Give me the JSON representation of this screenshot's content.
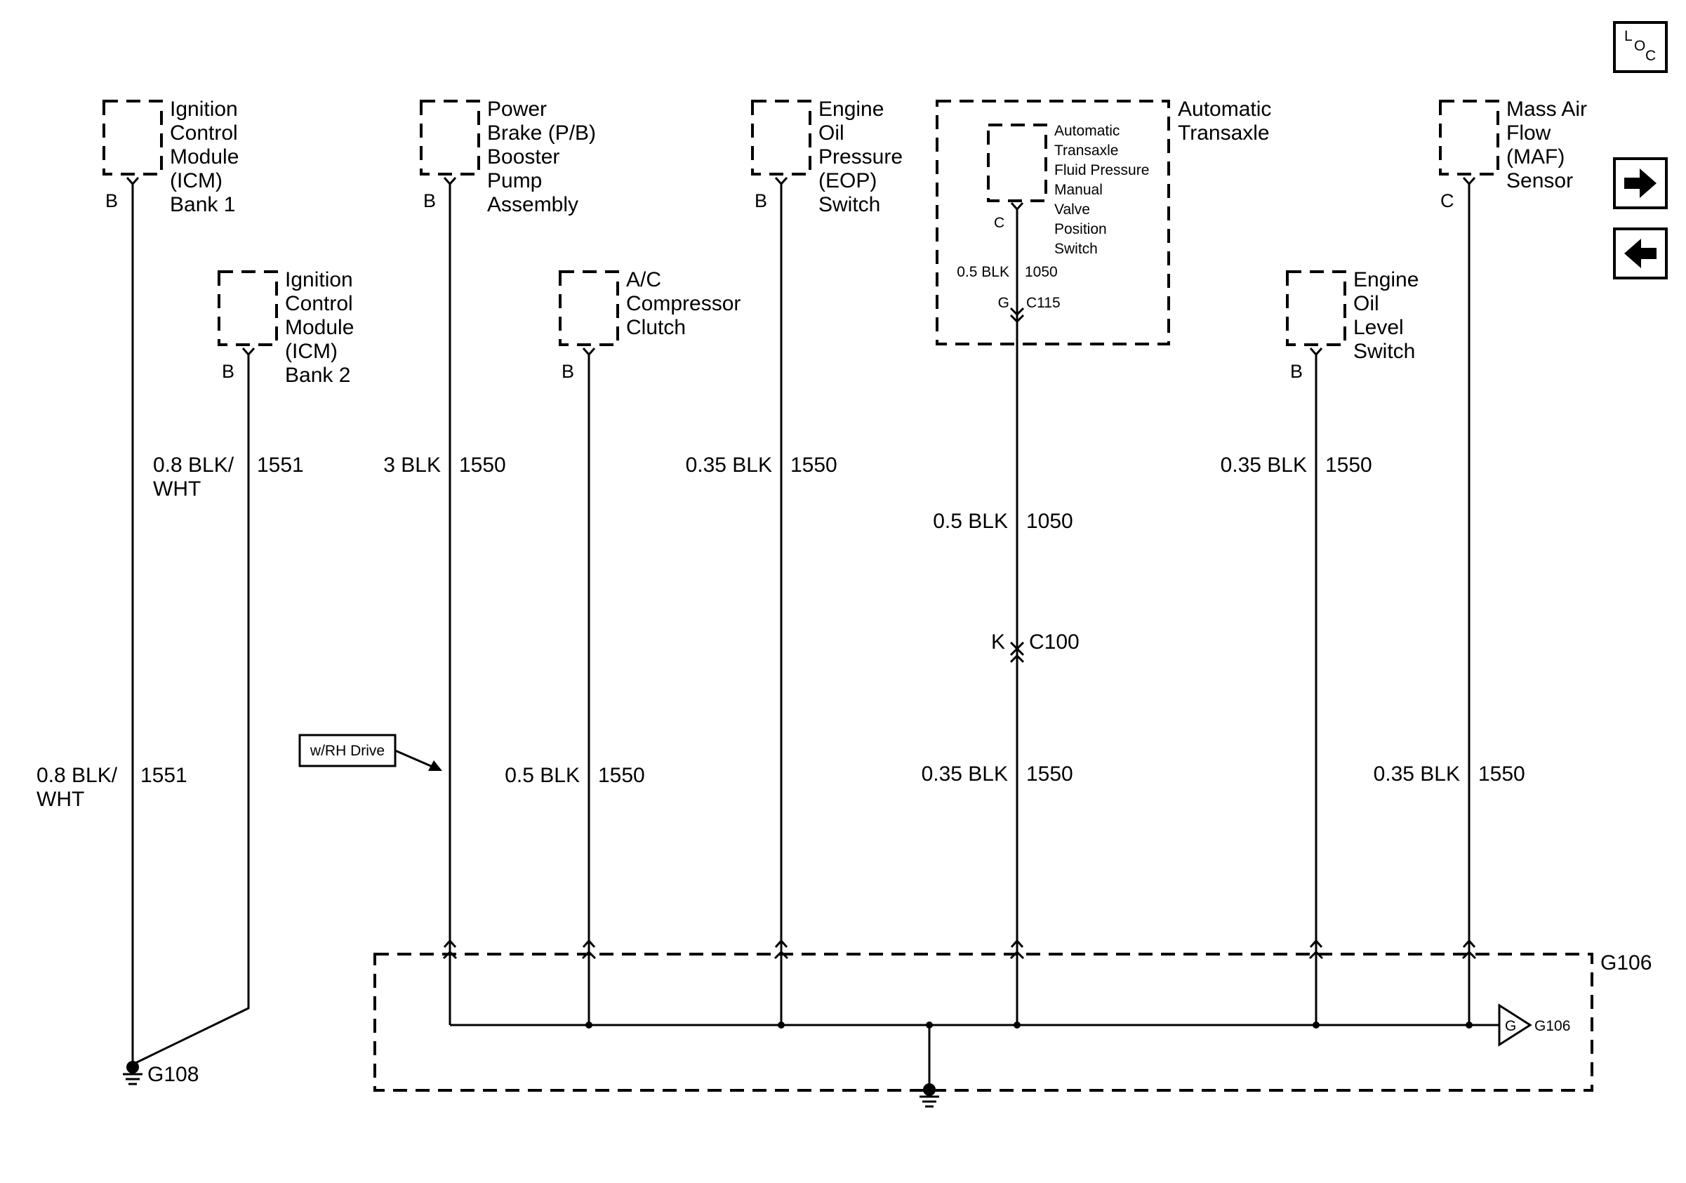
{
  "nav": {
    "loc_l": "L",
    "loc_o": "O",
    "loc_c": "C",
    "next_icon": "arrow-right-icon",
    "prev_icon": "arrow-left-icon"
  },
  "components": {
    "icm1": {
      "lines": [
        "Ignition",
        "Control",
        "Module",
        "(ICM)",
        "Bank 1"
      ],
      "pin": "B"
    },
    "icm2": {
      "lines": [
        "Ignition",
        "Control",
        "Module",
        "(ICM)",
        "Bank 2"
      ],
      "pin": "B"
    },
    "pbb": {
      "lines": [
        "Power",
        "Brake (P/B)",
        "Booster",
        "Pump",
        "Assembly"
      ],
      "pin": "B"
    },
    "ac": {
      "lines": [
        "A/C",
        "Compressor",
        "Clutch"
      ],
      "pin": "B"
    },
    "eop": {
      "lines": [
        "Engine",
        "Oil",
        "Pressure",
        "(EOP)",
        "Switch"
      ],
      "pin": "B"
    },
    "at": {
      "lines": [
        "Automatic",
        "Transaxle"
      ],
      "inner_lines": [
        "Automatic",
        "Transaxle",
        "Fluid Pressure",
        "Manual",
        "Valve",
        "Position",
        "Switch"
      ],
      "pin": "C",
      "inner_wire_size": "0.5 BLK",
      "inner_wire_circuit": "1050",
      "conn_pin": "G",
      "conn_name": "C115"
    },
    "eol": {
      "lines": [
        "Engine",
        "Oil",
        "Level",
        "Switch"
      ],
      "pin": "B"
    },
    "maf": {
      "lines": [
        "Mass Air",
        "Flow",
        "(MAF)",
        "Sensor"
      ],
      "pin": "C"
    }
  },
  "wires": {
    "icm2_upper": {
      "size_l1": "0.8 BLK/",
      "size_l2": "WHT",
      "circuit": "1551"
    },
    "icm1_lower": {
      "size_l1": "0.8 BLK/",
      "size_l2": "WHT",
      "circuit": "1551"
    },
    "pbb": {
      "size": "3 BLK",
      "circuit": "1550"
    },
    "eop_upper": {
      "size": "0.35 BLK",
      "circuit": "1550"
    },
    "eol": {
      "size": "0.35 BLK",
      "circuit": "1550"
    },
    "at_mid": {
      "size": "0.5 BLK",
      "circuit": "1050"
    },
    "ac": {
      "size": "0.5 BLK",
      "circuit": "1550"
    },
    "at_lower": {
      "size": "0.35 BLK",
      "circuit": "1550"
    },
    "maf": {
      "size": "0.35 BLK",
      "circuit": "1550"
    }
  },
  "connectors": {
    "c100": {
      "pin": "K",
      "name": "C100"
    }
  },
  "callout": {
    "label": "w/RH Drive"
  },
  "grounds": {
    "g108": "G108",
    "g106_box": "G106",
    "g106_tri_letter": "G",
    "g106_tri_label": "G106"
  }
}
